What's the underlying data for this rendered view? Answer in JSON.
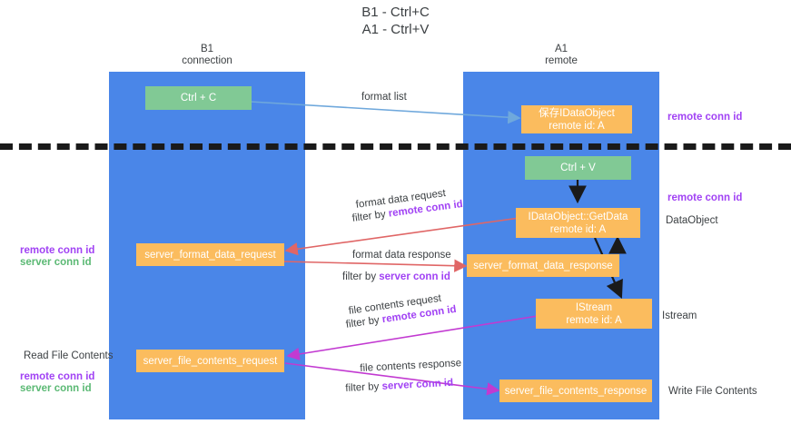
{
  "title": "B1 - Ctrl+C\nA1 - Ctrl+V",
  "columns": [
    {
      "id": "b1",
      "caption": "B1\nconnection"
    },
    {
      "id": "a1",
      "caption": "A1\nremote"
    }
  ],
  "nodes": [
    {
      "id": "ctrl-c",
      "label": "Ctrl + C",
      "color": "#81c995"
    },
    {
      "id": "save-idataobject",
      "label": "保存IDataObject\nremote id: A",
      "color": "#fbbc5e"
    },
    {
      "id": "ctrl-v",
      "label": "Ctrl + V",
      "color": "#81c995"
    },
    {
      "id": "idataobject-getdata",
      "label": "IDataObject::GetData\nremote id: A",
      "color": "#fbbc5e"
    },
    {
      "id": "server-format-data-request",
      "label": "server_format_data_request",
      "color": "#fbbc5e"
    },
    {
      "id": "server-format-data-response",
      "label": "server_format_data_response",
      "color": "#fbbc5e"
    },
    {
      "id": "istream",
      "label": "IStream\nremote id: A",
      "color": "#fbbc5e"
    },
    {
      "id": "server-file-contents-request",
      "label": "server_file_contents_request",
      "color": "#fbbc5e"
    },
    {
      "id": "server-file-contents-response",
      "label": "server_file_contents_response",
      "color": "#fbbc5e"
    }
  ],
  "edge_labels": {
    "format_list": "format list",
    "format_data_request": "format data request",
    "format_data_request_filter_prefix": "filter by ",
    "format_data_request_filter_key": "remote conn id",
    "format_data_response": "format data response",
    "format_data_response_filter_prefix": "filter by ",
    "format_data_response_filter_key": "server conn id",
    "file_contents_request": "file contents request",
    "file_contents_request_filter_prefix": "filter by ",
    "file_contents_request_filter_key": "remote conn id",
    "file_contents_response": "file contents response",
    "file_contents_response_filter_prefix": "filter by ",
    "file_contents_response_filter_key": "server conn id"
  },
  "annotations": {
    "right_remote_conn_id_top": "remote conn id",
    "right_remote_conn_id_mid": "remote conn id",
    "right_dataobject": "DataObject",
    "right_istream": "Istream",
    "right_write_file_contents": "Write File Contents",
    "left_remote_conn_id": "remote conn id",
    "left_server_conn_id": "server conn id",
    "left_read_file_contents": "Read File Contents",
    "left_remote_conn_id_2": "remote conn id",
    "left_server_conn_id_2": "server conn id"
  },
  "colors": {
    "lane": "#4a86e8",
    "green_node": "#81c995",
    "orange_node": "#fbbc5e",
    "purple_key": "#a142f4",
    "green_key": "#5bb974",
    "arrow_format_list": "#6fa8dc",
    "arrow_format_data": "#e06666",
    "arrow_file_contents": "#c23ad1",
    "arrow_control": "#1a1a1a",
    "text": "#3c4043",
    "divider": "#1a1a1a",
    "background": "#ffffff"
  }
}
